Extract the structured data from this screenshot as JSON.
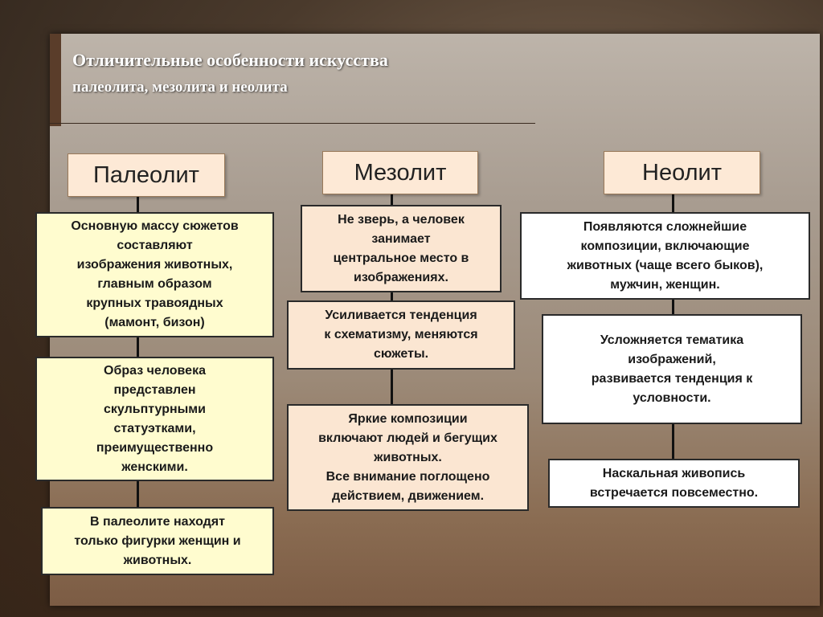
{
  "title": "Отличительные особенности искусства",
  "subtitle": "палеолита, мезолита и неолита",
  "columns": [
    {
      "header": "Палеолит",
      "boxes": [
        "Основную массу сюжетов\nсоставляют\nизображения животных,\nглавным образом\nкрупных травоядных\n(мамонт, бизон)",
        "Образ человека\nпредставлен\nскульптурными\nстатуэтками,\nпреимущественно\nженскими.",
        "В палеолите находят\nтолько фигурки женщин и\nживотных."
      ]
    },
    {
      "header": "Мезолит",
      "boxes": [
        "Не зверь, а человек\nзанимает\nцентральное место  в\nизображениях.",
        "Усиливается тенденция\nк схематизму, меняются\nсюжеты.",
        "Яркие композиции\nвключают людей и бегущих\nживотных.\nВсе внимание поглощено\nдействием, движением."
      ]
    },
    {
      "header": "Неолит",
      "boxes": [
        "Появляются сложнейшие\nкомпозиции, включающие\nживотных (чаще всего быков),\nмужчин, женщин.",
        "Усложняется тематика\nизображений,\nразвивается тенденция к\nусловности.",
        "Наскальная живопись\nвстречается повсеместно."
      ]
    }
  ]
}
